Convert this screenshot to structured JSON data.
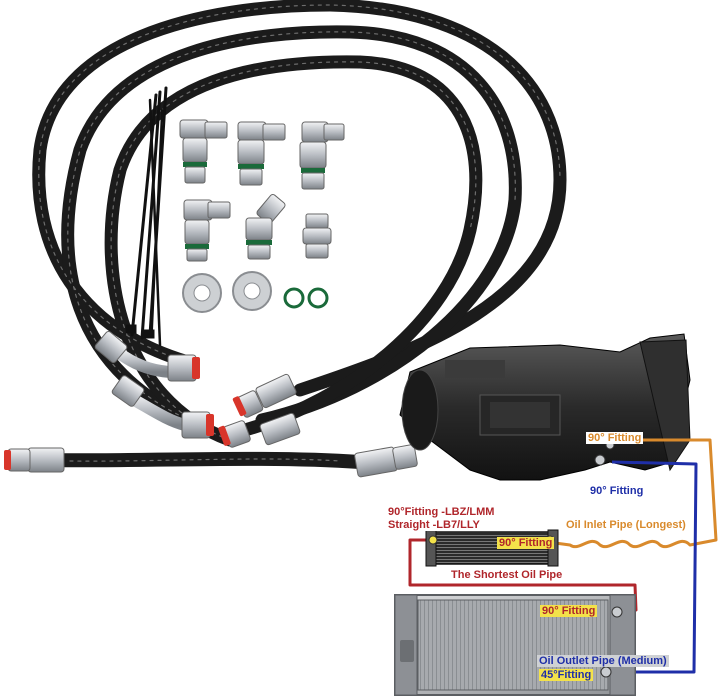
{
  "labels": {
    "fitting_90_top": "90° Fitting",
    "fitting_90_blue": "90° Fitting",
    "lbz_lmm": "90°Fitting -LBZ/LMM",
    "lb7_lly": "Straight -LB7/LLY",
    "oil_inlet": "Oil Inlet Pipe (Longest)",
    "fitting_90_cooler": "90° Fitting",
    "shortest_pipe": "The Shortest Oil Pipe",
    "fitting_90_radiator": "90° Fitting",
    "oil_outlet": "Oil Outlet Pipe (Medium)",
    "fitting_45": "45°Fitting"
  },
  "colors": {
    "orange": "#d98a2c",
    "blue": "#1f2fa8",
    "red": "#b0262b",
    "hose": "#1b1b1b",
    "fitting": "#c9ccd0",
    "cap": "#d8352a"
  }
}
